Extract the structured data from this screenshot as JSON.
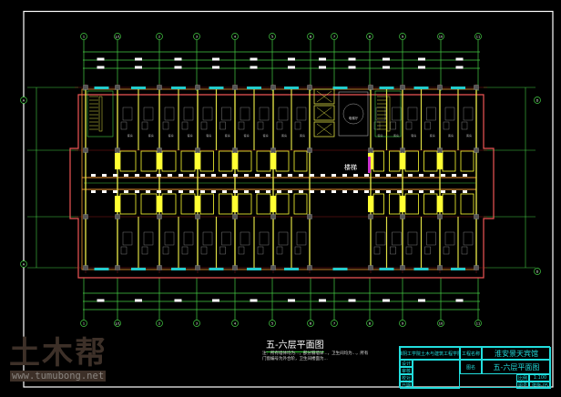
{
  "drawing": {
    "plan_title": "五-六层平面图",
    "notes": "注：所有墙体均为...，部分隔墙详...，卫生间均为...，所有门窗编号为外合阶，卫生间楼面为...",
    "axis_labels_top": [
      "1",
      "1/1",
      "2",
      "3",
      "4",
      "5",
      "6",
      "7",
      "8",
      "9",
      "10",
      "11"
    ],
    "axis_labels_bottom": [
      "1",
      "1/1",
      "2",
      "3",
      "4",
      "5",
      "6",
      "7",
      "8",
      "9",
      "10",
      "11"
    ],
    "axis_labels_side": [
      "A",
      "D"
    ],
    "room_label": "客房",
    "elevator_hall_label": "电梯厅",
    "stair_label": "楼梯"
  },
  "title_block": {
    "school": "淮阴工学院土木与建筑工程学院",
    "project_label": "工程名称",
    "project_name": "淮安景天宾馆",
    "drawing_label": "图名",
    "drawing_name": "五-六层平面图",
    "rows": [
      "设计",
      "审核",
      "校对",
      "日期"
    ],
    "scale_label": "比例",
    "scale": "1:100",
    "number_label": "图号",
    "number": "建施-05"
  },
  "watermark": {
    "logo": "土木帮",
    "url": "www.tumubong.net"
  }
}
